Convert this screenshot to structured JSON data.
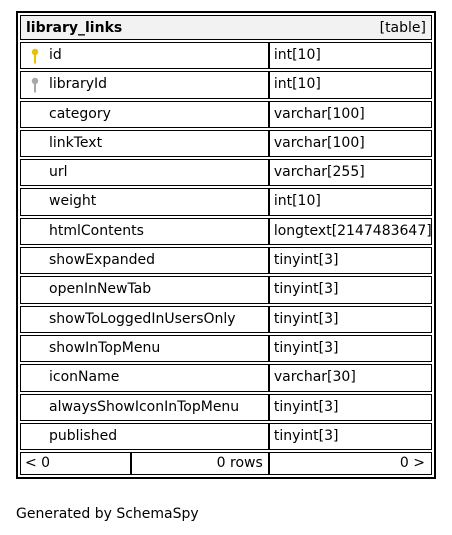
{
  "table": {
    "name": "library_links",
    "kind": "[table]",
    "columns": [
      {
        "name": "id",
        "type": "int[10]",
        "key": "primary"
      },
      {
        "name": "libraryId",
        "type": "int[10]",
        "key": "foreign"
      },
      {
        "name": "category",
        "type": "varchar[100]",
        "key": ""
      },
      {
        "name": "linkText",
        "type": "varchar[100]",
        "key": ""
      },
      {
        "name": "url",
        "type": "varchar[255]",
        "key": ""
      },
      {
        "name": "weight",
        "type": "int[10]",
        "key": ""
      },
      {
        "name": "htmlContents",
        "type": "longtext[2147483647]",
        "key": ""
      },
      {
        "name": "showExpanded",
        "type": "tinyint[3]",
        "key": ""
      },
      {
        "name": "openInNewTab",
        "type": "tinyint[3]",
        "key": ""
      },
      {
        "name": "showToLoggedInUsersOnly",
        "type": "tinyint[3]",
        "key": ""
      },
      {
        "name": "showInTopMenu",
        "type": "tinyint[3]",
        "key": ""
      },
      {
        "name": "iconName",
        "type": "varchar[30]",
        "key": ""
      },
      {
        "name": "alwaysShowIconInTopMenu",
        "type": "tinyint[3]",
        "key": ""
      },
      {
        "name": "published",
        "type": "tinyint[3]",
        "key": ""
      }
    ],
    "footer": {
      "parents": "< 0",
      "rows": "0 rows",
      "children": "0 >"
    }
  },
  "generated_by": "Generated by SchemaSpy",
  "colors": {
    "primary_key": "#e6c200",
    "foreign_key": "#a8a8a8",
    "header_bg": "#f2f2f2"
  }
}
